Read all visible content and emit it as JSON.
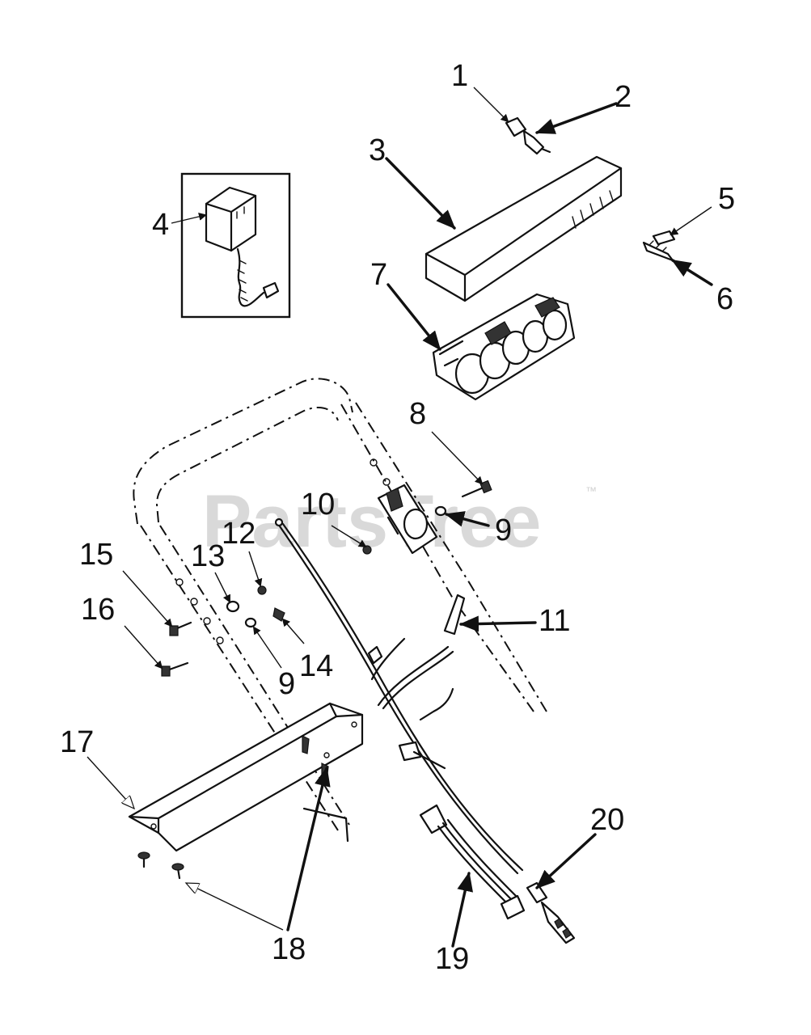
{
  "watermark": {
    "text": "PartsTree",
    "trademark": "™"
  },
  "callouts": {
    "c1": "1",
    "c2": "2",
    "c3": "3",
    "c4": "4",
    "c5": "5",
    "c6": "6",
    "c7": "7",
    "c8": "8",
    "c9a": "9",
    "c9b": "9",
    "c10": "10",
    "c11": "11",
    "c12": "12",
    "c13": "13",
    "c14": "14",
    "c15": "15",
    "c16": "16",
    "c17": "17",
    "c18": "18",
    "c19": "19",
    "c20": "20"
  },
  "colors": {
    "ink": "#111111",
    "background": "#ffffff",
    "watermark": "#d9d9d9"
  }
}
